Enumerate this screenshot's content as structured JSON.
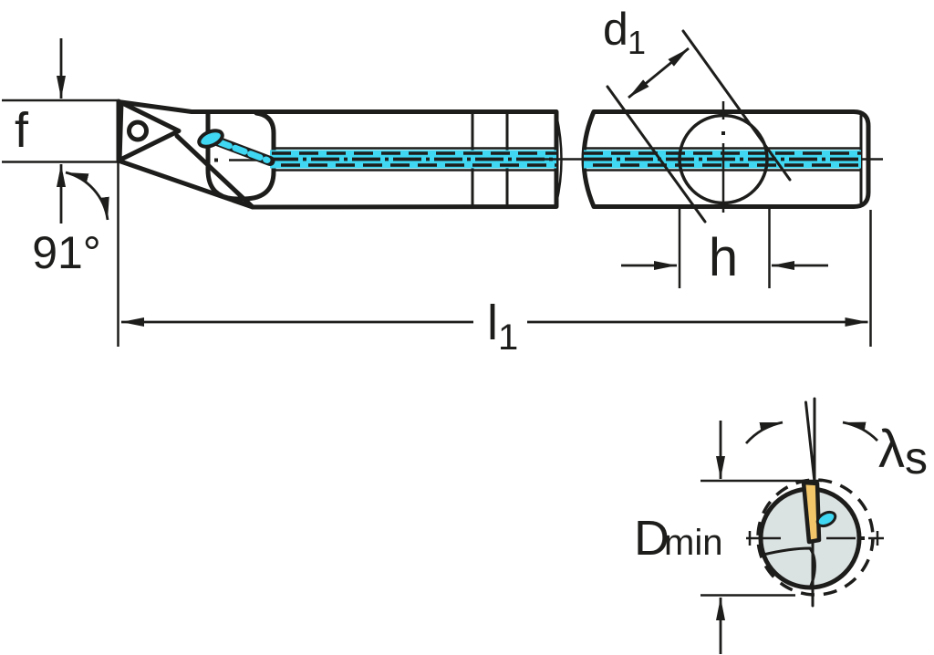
{
  "labels": {
    "f": "f",
    "corner_angle": "91°",
    "d1": {
      "base": "d",
      "sub": "1"
    },
    "h": "h",
    "l1": {
      "base": "l",
      "sub": "1"
    },
    "lambda_s": {
      "base": "λ",
      "sub": "s"
    },
    "d_min": {
      "base": "D",
      "sub": "min"
    }
  },
  "colors": {
    "line": "#1d1d1b",
    "body_fill": "#dbe2e2",
    "coolant": "#3fd7f2",
    "insert": "#f2c669",
    "insert_hole": "#ffffff",
    "background": "#ffffff"
  }
}
